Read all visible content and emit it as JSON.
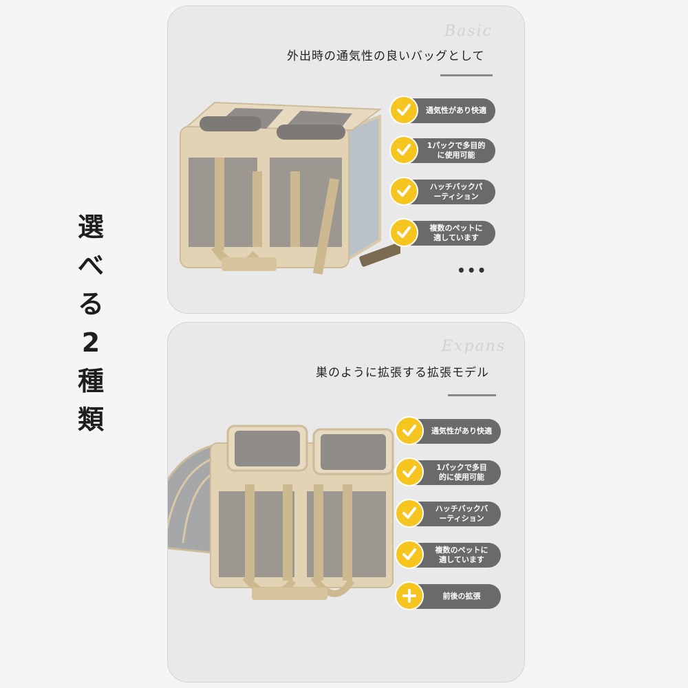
{
  "side_title": [
    "選",
    "べ",
    "る",
    "2",
    "種",
    "類"
  ],
  "panels": {
    "basic": {
      "watermark": "Basic",
      "caption": "外出時の通気性の良いバッグとして",
      "features": [
        {
          "label": "通気性があり快適",
          "icon": "check-icon"
        },
        {
          "label": "1パックで多目的\nに使用可能",
          "icon": "check-icon"
        },
        {
          "label": "ハッチバックパ\nーティション",
          "icon": "check-icon"
        },
        {
          "label": "複数のペットに\n適しています",
          "icon": "check-icon"
        }
      ],
      "more": "•••"
    },
    "expansion": {
      "watermark": "Expans",
      "caption": "巣のように拡張する拡張モデル",
      "features": [
        {
          "label": "通気性があり快適",
          "icon": "check-icon"
        },
        {
          "label": "1パックで多目\n的に使用可能",
          "icon": "check-icon"
        },
        {
          "label": "ハッチバックバ\nーティション",
          "icon": "check-icon"
        },
        {
          "label": "複数のペットに\n適しています",
          "icon": "check-icon"
        },
        {
          "label": "前後の拡張",
          "icon": "plus-icon"
        }
      ]
    }
  },
  "colors": {
    "badge": "#f6c51f",
    "pill": "#6a6a6a",
    "bag": "#e3d3b5",
    "mesh": "#8f8c8a"
  }
}
